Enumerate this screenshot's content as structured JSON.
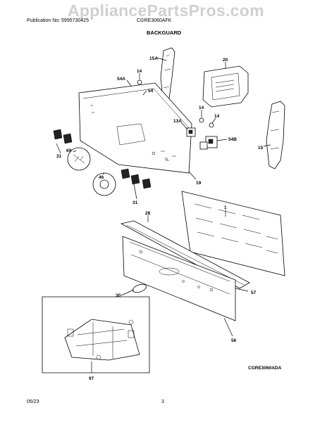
{
  "header": {
    "publication": "Publication No: 5995730425",
    "model": "CGRE3060AFK",
    "watermark": "AppliancePartsPros.com"
  },
  "section_title": "BACKGUARD",
  "diagram_code": "CGRE3060ADA",
  "footer": {
    "date": "05/23",
    "page": "3"
  },
  "callouts": [
    "15A",
    "20",
    "14",
    "54A",
    "54",
    "14",
    "13A",
    "14",
    "54B",
    "15",
    "31",
    "69",
    "46",
    "31",
    "19",
    "1",
    "28",
    "30",
    "57",
    "56",
    "97"
  ]
}
